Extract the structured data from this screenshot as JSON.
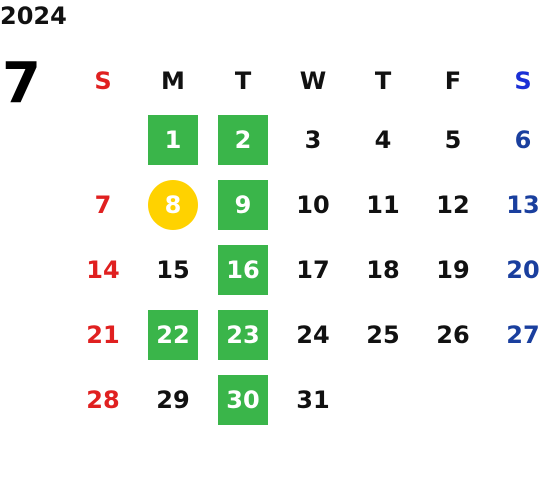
{
  "calendar": {
    "year": "2024",
    "month": "7",
    "weekdays": [
      {
        "label": "S",
        "color": "#e02020"
      },
      {
        "label": "M",
        "color": "#111111"
      },
      {
        "label": "T",
        "color": "#111111"
      },
      {
        "label": "W",
        "color": "#111111"
      },
      {
        "label": "T",
        "color": "#111111"
      },
      {
        "label": "F",
        "color": "#111111"
      },
      {
        "label": "S",
        "color": "#1a2fd6"
      }
    ],
    "weeks": [
      [
        "",
        "1",
        "2",
        "3",
        "4",
        "5",
        "6"
      ],
      [
        "7",
        "8",
        "9",
        "10",
        "11",
        "12",
        "13"
      ],
      [
        "14",
        "15",
        "16",
        "17",
        "18",
        "19",
        "20"
      ],
      [
        "21",
        "22",
        "23",
        "24",
        "25",
        "26",
        "27"
      ],
      [
        "28",
        "29",
        "30",
        "31",
        "",
        "",
        ""
      ]
    ],
    "highlighted_days": [
      "1",
      "2",
      "9",
      "16",
      "22",
      "23",
      "30"
    ],
    "today": "8",
    "colors": {
      "sunday": "#e02020",
      "saturday": "#1a3f9e",
      "highlight": "#3ab54a",
      "today": "#ffd200"
    }
  }
}
